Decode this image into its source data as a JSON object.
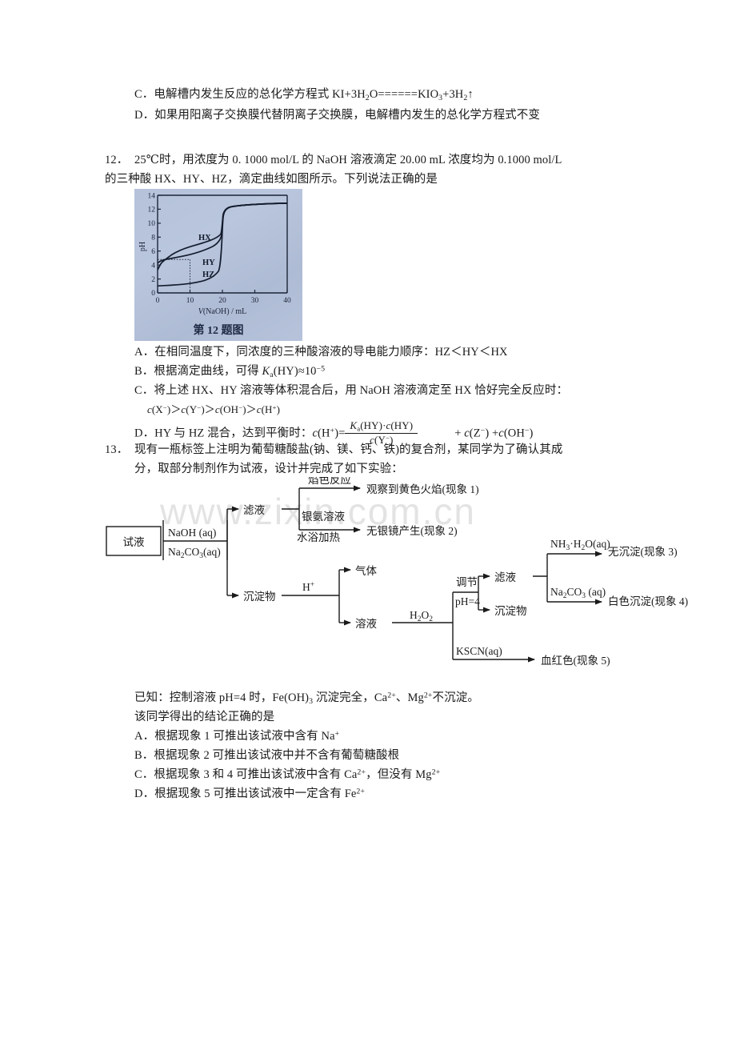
{
  "document": {
    "watermark": "www.zixin.com.cn"
  },
  "q11_tail": {
    "option_c_prefix": "C．电解槽内发生反应的总化学方程式 KI+3H",
    "option_c_full": "C．电解槽内发生反应的总化学方程式 KI+3H2O======KIO3+3H2↑",
    "option_d": "D．如果用阳离子交换膜代替阴离子交换膜，电解槽内发生的总化学方程式不变"
  },
  "q12": {
    "number": "12．",
    "stem_line1": "25℃时，用浓度为 0. 1000 mol/L 的 NaOH 溶液滴定 20.00 mL 浓度均为 0.1000 mol/L",
    "stem_line2": "的三种酸 HX、HY、HZ，滴定曲线如图所示。下列说法正确的是",
    "figure_caption": "第 12 题图",
    "options": {
      "a": "A．在相同温度下，同浓度的三种酸溶液的导电能力顺序：HZ＜HY＜HX",
      "b_prefix": "B．根据滴定曲线，可得 ",
      "b_ka": "K",
      "b_ka_sub": "a",
      "b_mid": "(HY)≈10",
      "b_exp": "−5",
      "c_line1": "C．将上述 HX、HY 溶液等体积混合后，用 NaOH 溶液滴定至 HX 恰好完全反应时：",
      "c_line2": "c(X−)＞c(Y−)＞c(OH−)＞c(H+)",
      "d_prefix": "D．HY 与 HZ 混合，达到平衡时：c(H+)=",
      "d_frac_num": "Ka(HY)·c(HY)",
      "d_frac_den": "c(Y−)",
      "d_tail": "+ c(Z−) +c(OH−)"
    }
  },
  "chart_data": {
    "type": "line",
    "title": "",
    "xlabel": "V(NaOH) / mL",
    "ylabel": "pH",
    "xlim": [
      0,
      40
    ],
    "ylim": [
      0,
      14
    ],
    "xticks": [
      0,
      10,
      20,
      30,
      40
    ],
    "yticks": [
      0,
      2,
      4,
      6,
      8,
      10,
      12,
      14
    ],
    "grid": false,
    "legend_position": "inline-labels",
    "annotations": [
      "HX",
      "HY",
      "HZ"
    ],
    "guide_lines": [
      {
        "type": "vertical",
        "x": 10,
        "style": "dotted"
      },
      {
        "type": "horizontal",
        "y": 4.8,
        "x_from": 0,
        "x_to": 10,
        "style": "dotted"
      }
    ],
    "series": [
      {
        "name": "HX",
        "points": [
          [
            0,
            3.3
          ],
          [
            0.5,
            3.9
          ],
          [
            1,
            4.3
          ],
          [
            2,
            4.8
          ],
          [
            4,
            5.4
          ],
          [
            6,
            5.8
          ],
          [
            8,
            6.1
          ],
          [
            10,
            6.4
          ],
          [
            12,
            6.6
          ],
          [
            14,
            6.8
          ],
          [
            16,
            7.0
          ],
          [
            18,
            7.2
          ],
          [
            19,
            7.4
          ],
          [
            19.6,
            7.8
          ],
          [
            20,
            9.5
          ],
          [
            20.4,
            11.0
          ],
          [
            21,
            11.7
          ],
          [
            22,
            12.0
          ],
          [
            25,
            12.2
          ],
          [
            30,
            12.3
          ],
          [
            35,
            12.35
          ],
          [
            40,
            12.4
          ]
        ]
      },
      {
        "name": "HY",
        "points": [
          [
            0,
            4.3
          ],
          [
            0.5,
            4.6
          ],
          [
            1,
            4.75
          ],
          [
            2,
            4.9
          ],
          [
            4,
            5.05
          ],
          [
            6,
            5.2
          ],
          [
            8,
            5.35
          ],
          [
            10,
            5.5
          ],
          [
            12,
            5.7
          ],
          [
            14,
            5.9
          ],
          [
            16,
            6.1
          ],
          [
            18,
            6.4
          ],
          [
            19,
            6.7
          ],
          [
            19.6,
            7.2
          ],
          [
            20,
            9.5
          ],
          [
            20.4,
            11.0
          ],
          [
            21,
            11.7
          ],
          [
            22,
            12.0
          ],
          [
            25,
            12.2
          ],
          [
            30,
            12.3
          ],
          [
            35,
            12.35
          ],
          [
            40,
            12.4
          ]
        ]
      },
      {
        "name": "HZ",
        "points": [
          [
            0,
            1.0
          ],
          [
            2,
            1.05
          ],
          [
            4,
            1.1
          ],
          [
            6,
            1.2
          ],
          [
            8,
            1.3
          ],
          [
            10,
            1.4
          ],
          [
            12,
            1.55
          ],
          [
            14,
            1.75
          ],
          [
            16,
            2.0
          ],
          [
            18,
            2.4
          ],
          [
            19,
            2.9
          ],
          [
            19.6,
            4.0
          ],
          [
            20,
            9.5
          ],
          [
            20.4,
            11.0
          ],
          [
            21,
            11.7
          ],
          [
            22,
            12.0
          ],
          [
            25,
            12.2
          ],
          [
            30,
            12.3
          ],
          [
            35,
            12.35
          ],
          [
            40,
            12.4
          ]
        ]
      }
    ]
  },
  "q13": {
    "number": "13．",
    "stem_line1": "现有一瓶标签上注明为葡萄糖酸盐(钠、镁、钙、铁)的复合剂，某同学为了确认其成",
    "stem_line2": "分，取部分制剂作为试液，设计并完成了如下实验：",
    "given": "已知：控制溶液 pH=4 时，Fe(OH)3 沉淀完全，Ca2+、Mg2+不沉淀。",
    "ask": "该同学得出的结论正确的是",
    "options": {
      "a": "A．根据现象 1 可推出该试液中含有 Na+",
      "b": "B．根据现象 2 可推出该试液中并不含有葡萄糖酸根",
      "c": "C．根据现象 3 和 4 可推出该试液中含有 Ca2+，但没有 Mg2+",
      "d": "D．根据现象 5 可推出该试液中一定含有 Fe2+"
    },
    "flowchart": {
      "start_box": "试液",
      "reagent_top": "NaOH (aq)",
      "reagent_bottom": "Na2CO3(aq)",
      "branch1": "滤液",
      "branch2": "沉淀物",
      "label_flame": "焰色反应",
      "result_flame": "观察到黄色火焰(现象 1)",
      "label_silver_1": "银氨溶液",
      "label_silver_2": "水浴加热",
      "result_silver": "无银镜产生(现象 2)",
      "label_acid": "H+",
      "node_gas": "气体",
      "node_solution": "溶液",
      "label_h2o2": "H2O2",
      "label_adjust": "调节",
      "label_ph": "pH=4",
      "node_filtrate2": "滤液",
      "node_precipitate2": "沉淀物",
      "label_nh3": "NH3·H2O(aq)",
      "result_no_precip": "无沉淀(现象 3)",
      "label_na2co3": "Na2CO3 (aq)",
      "result_white_precip": "白色沉淀(现象 4)",
      "label_kscn": "KSCN(aq)",
      "result_blood_red": "血红色(现象 5)"
    }
  }
}
